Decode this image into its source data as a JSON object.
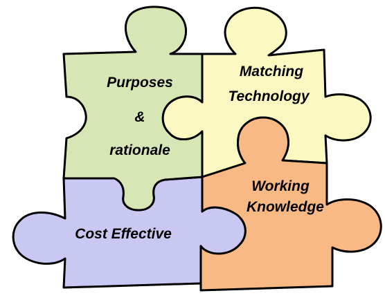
{
  "diagram": {
    "type": "jigsaw-puzzle",
    "pieces": [
      {
        "id": "purposes",
        "color": "#d6e7b5",
        "lines": [
          "Purposes",
          "&",
          "rationale"
        ]
      },
      {
        "id": "matching",
        "color": "#fbf8c1",
        "lines": [
          "Matching",
          "Technology"
        ]
      },
      {
        "id": "cost",
        "color": "#c9c8f2",
        "lines": [
          "Cost Effective"
        ]
      },
      {
        "id": "working",
        "color": "#f8b985",
        "lines": [
          "Working",
          "Knowledge"
        ]
      }
    ]
  }
}
